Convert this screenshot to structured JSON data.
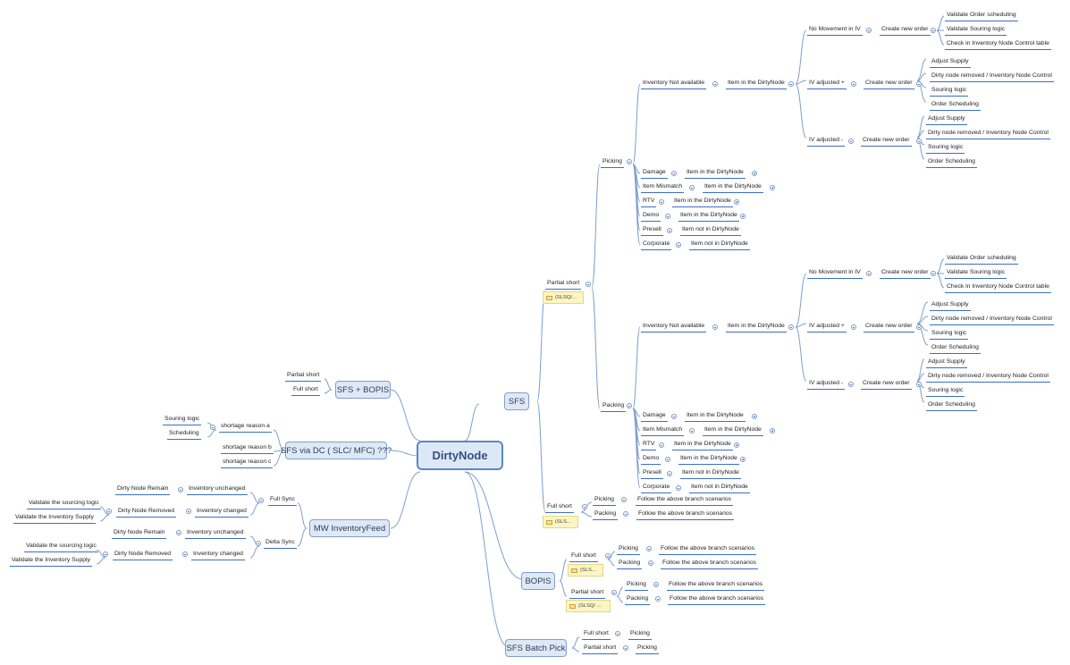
{
  "root": "DirtyNode",
  "sfs": {
    "label": "SFS",
    "partial_short": "Partial short",
    "partial_note": "(SLSQ/...",
    "picking": "Picking",
    "packing": "Packing",
    "inv_not_available": "Inventory Not available",
    "item_in_dirty": "Item in the DirtyNode",
    "item_not_in_dirty": "Item not in DirtyNode",
    "no_movement": "No Movement in IV",
    "iv_plus": "IV adjusted +",
    "iv_minus": "IV adjusted -",
    "create_new_order": "Create new order",
    "validate_order_scheduling": "Validate Order scheduling",
    "validate_sourcing_logic": "Validate Souring logic",
    "check_control_table": "Check in Inventory Node Control table",
    "adjust_supply": "Adjust Supply",
    "dirty_removed_control": "Dirty node removed / Inventory Node Control",
    "souring_logic": "Souring logic",
    "order_scheduling": "Order Scheduling",
    "damage": "Damage",
    "item_mismatch": "Item Mismatch",
    "rtv": "RTV",
    "demo": "Demo",
    "presell": "Presell",
    "corporate": "Corporate",
    "full_short": "Full short",
    "full_note": "(SLS...",
    "follow": "Follow the above branch scenarios"
  },
  "bopis": {
    "label": "BOPIS",
    "full_short": "Full short",
    "full_note": "(SLS...",
    "partial_short": "Partial short",
    "partial_note": "(SLSQ/ ...",
    "picking": "Picking",
    "packing": "Packing",
    "follow": "Follow the above branch scenarios"
  },
  "batch": {
    "label": "SFS Batch Pick",
    "full_short": "Full short",
    "partial_short": "Partial short",
    "picking": "Picking"
  },
  "sfs_bopis": {
    "label": "SFS + BOPIS",
    "partial_short": "Partial short",
    "full_short": "Full short"
  },
  "sfs_dc": {
    "label": "SFS via DC ( SLC/ MFC) ???",
    "reason_a": "shortage reason a",
    "reason_b": "shortage reason b",
    "reason_c": "shortage reason c",
    "souring_logic": "Souring logic",
    "scheduling": "Scheduling"
  },
  "mw": {
    "label": "MW InventoryFeed",
    "full_sync": "Full  Sync",
    "delta_sync": "Delta Sync",
    "dirty_remain": "Dirty Node Remain",
    "inv_unchanged": "Inventory unchanged",
    "dirty_removed": "Dirty Node Removed",
    "inv_changed": "Inventory changed",
    "validate_sourcing": "Validate the sourcing logic",
    "validate_supply": "Validate the Inventory Supply"
  }
}
